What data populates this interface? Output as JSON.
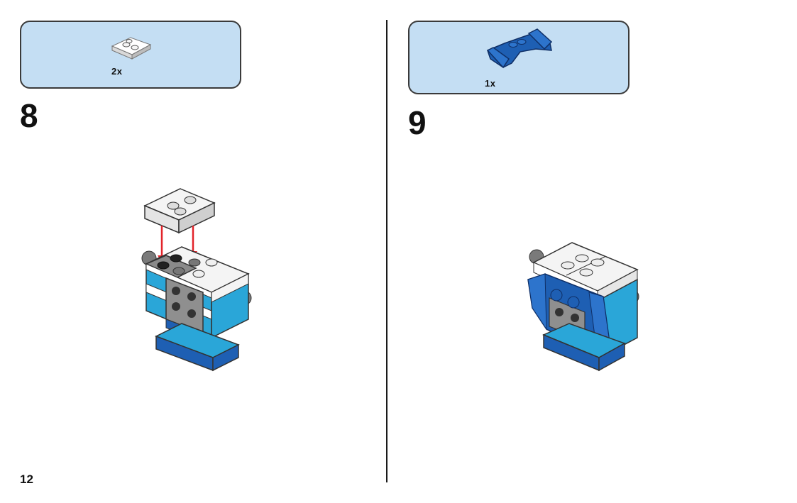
{
  "page": {
    "number": "12"
  },
  "steps": [
    {
      "number": "8",
      "parts": [
        {
          "quantity": "2x",
          "icon": "white-2x2-plate-icon"
        }
      ]
    },
    {
      "number": "9",
      "parts": [
        {
          "quantity": "1x",
          "icon": "blue-wedge-plate-icon"
        }
      ]
    }
  ],
  "colors": {
    "parts_box_bg": "#c4def3",
    "brick_white": "#f2f2f2",
    "brick_azure": "#2aa6d8",
    "brick_blue": "#1e5fb3",
    "brick_dark_gray": "#555555",
    "arrow_red": "#e2242a"
  }
}
